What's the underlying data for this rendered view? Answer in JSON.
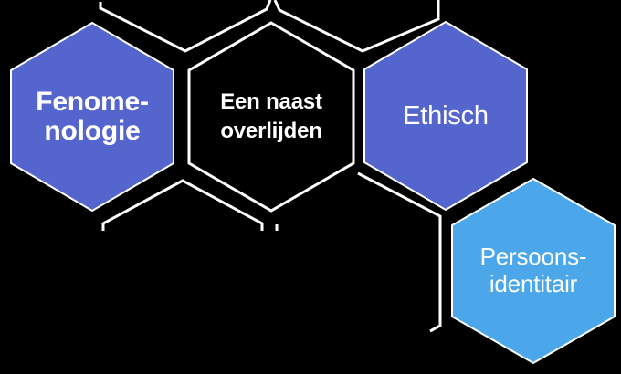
{
  "diagram": {
    "background_color": "#000000",
    "outline_color": "#FFFFFF",
    "hexagons": [
      {
        "id": "fenomenologie",
        "label": "Fenome-\nnologie",
        "fill": "#5565CE",
        "text_color": "#FFFFFF",
        "emphasis": "bold"
      },
      {
        "id": "een-naast-overlijden",
        "label": "Een naast\noverlijden",
        "fill": "#000000",
        "text_color": "#FFFFFF",
        "emphasis": "bold"
      },
      {
        "id": "ethisch",
        "label": "Ethisch",
        "fill": "#5565CE",
        "text_color": "#FFFFFF",
        "emphasis": "regular"
      },
      {
        "id": "persoonsidentitair",
        "label": "Persoons-\nidentitair",
        "fill": "#4BA7EA",
        "text_color": "#FFFFFF",
        "emphasis": "regular"
      }
    ]
  }
}
